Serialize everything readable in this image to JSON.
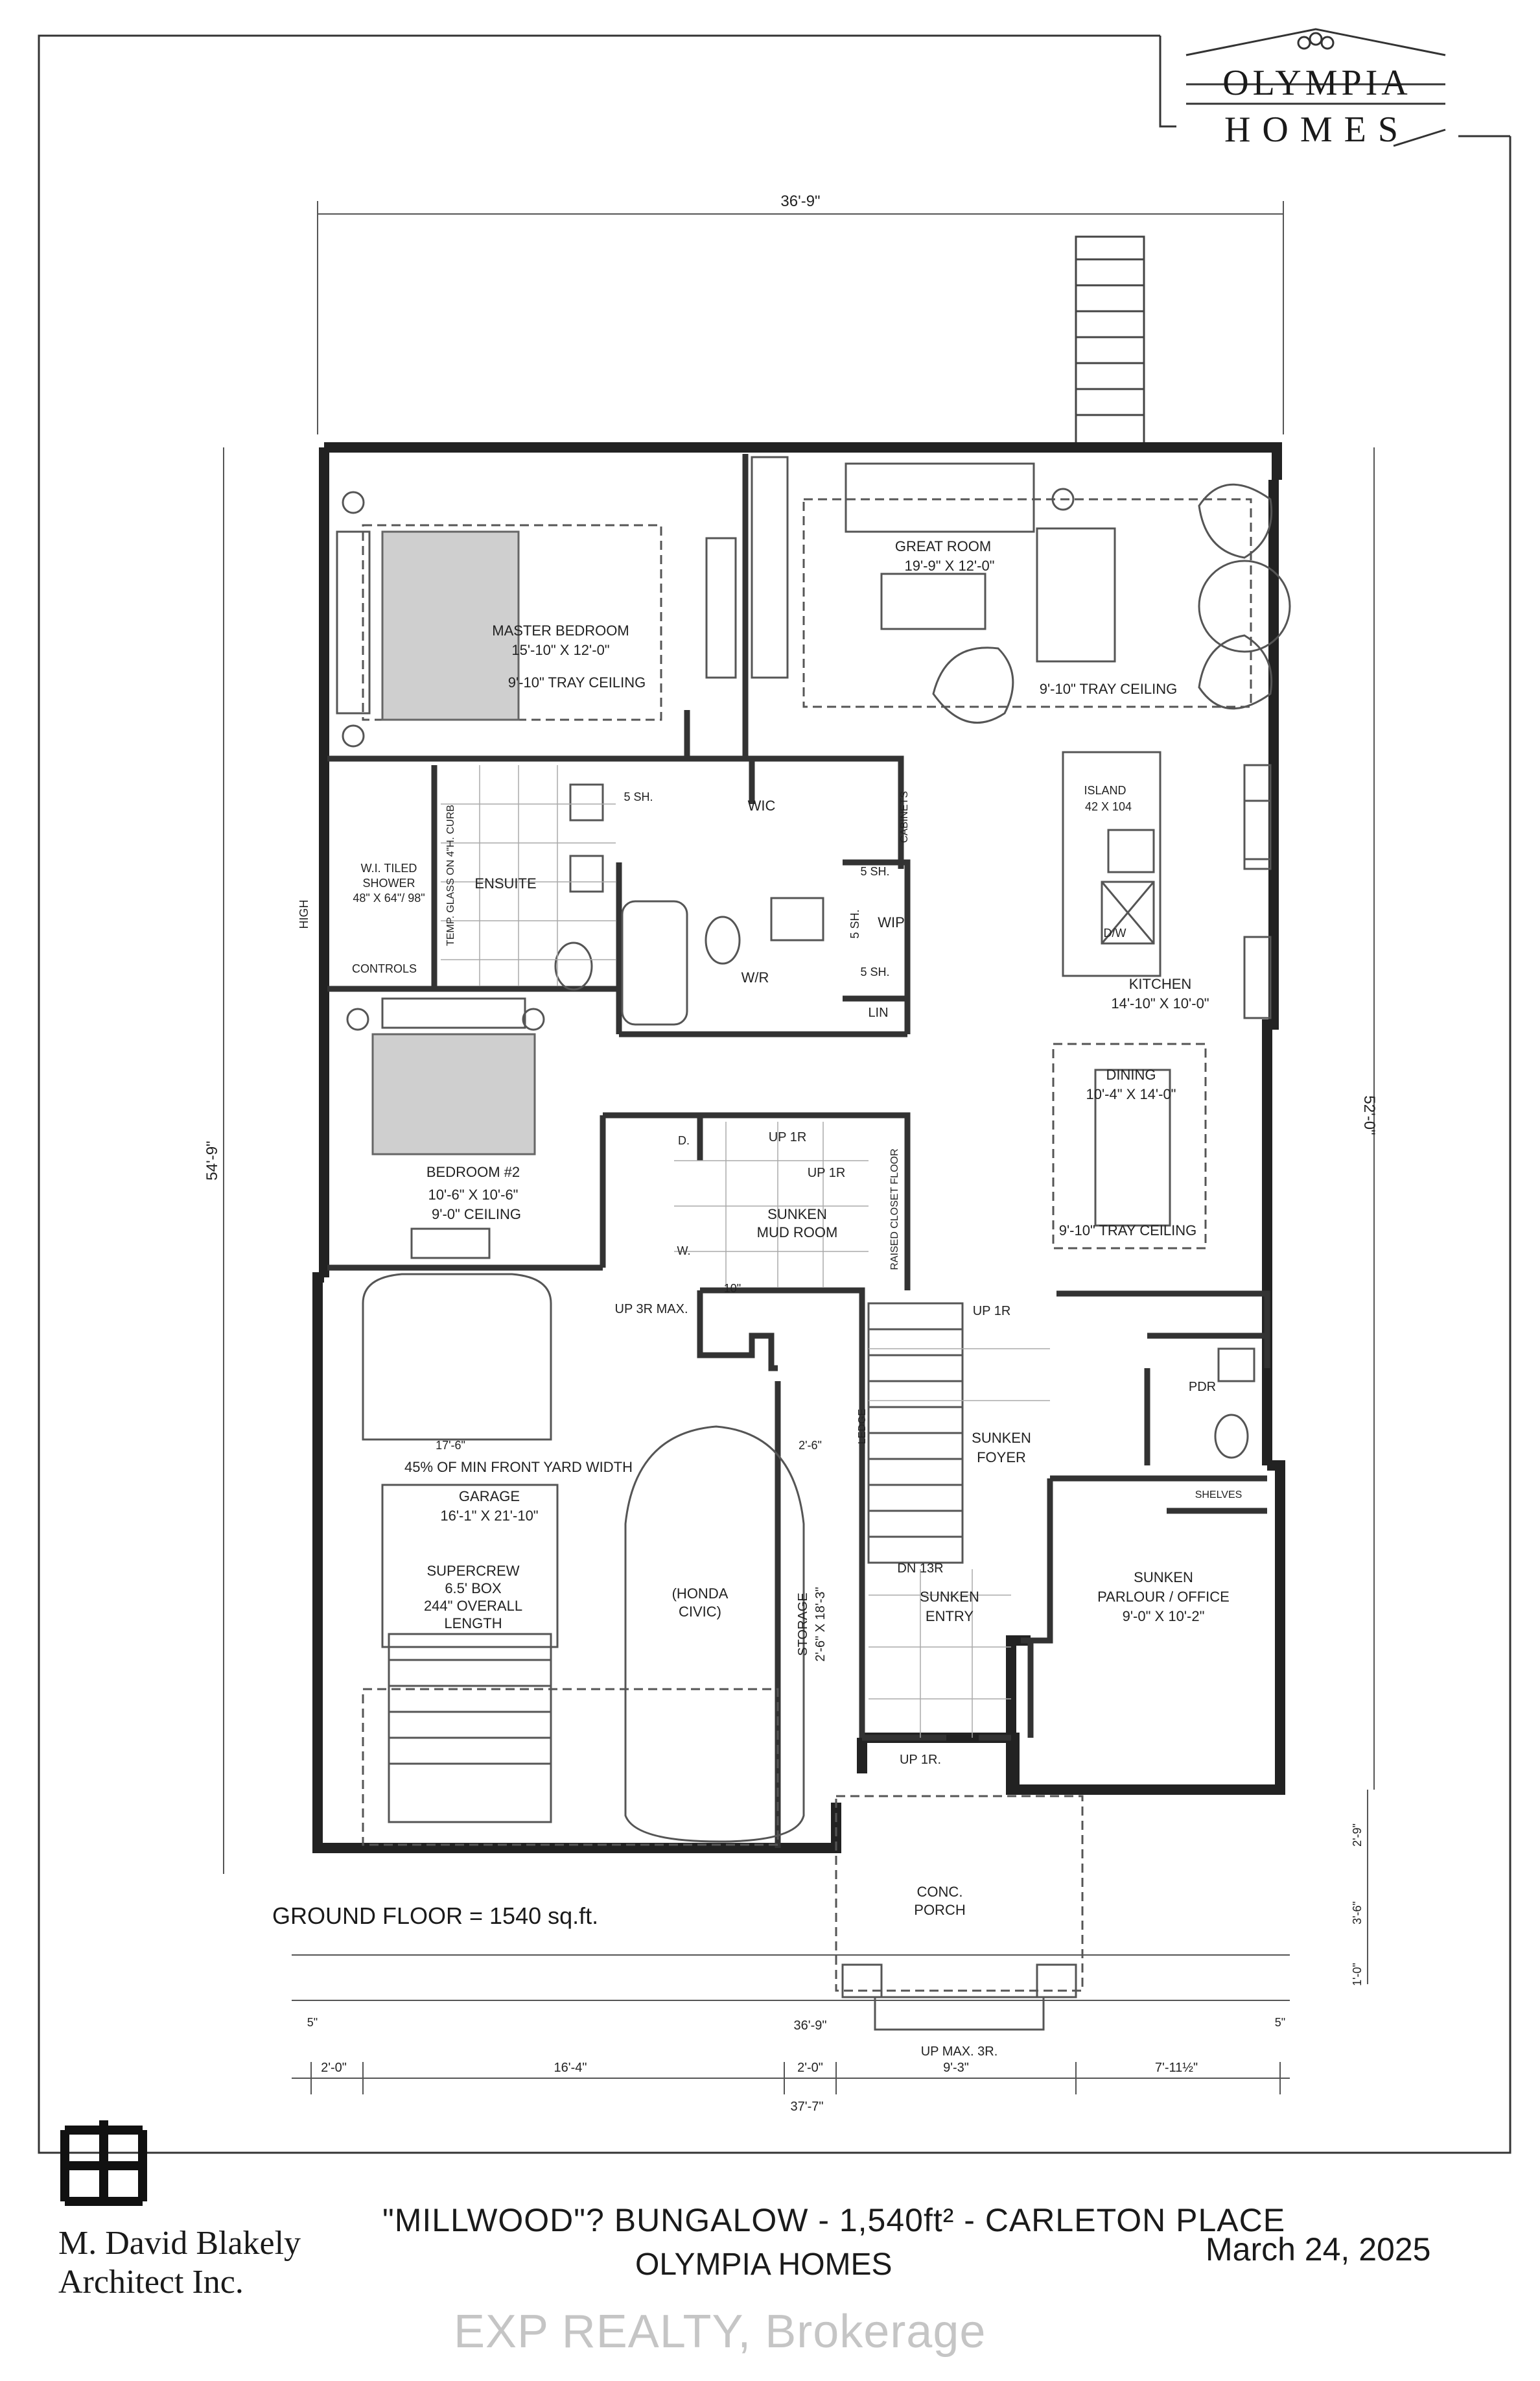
{
  "brand": {
    "line1": "OLYMPIA",
    "line2": "HOMES"
  },
  "overall_dims": {
    "top_width": "36'-9\"",
    "left_depth": "54'-9\"",
    "right_depth": "52'-0\""
  },
  "rooms": {
    "great_room": {
      "name": "GREAT ROOM",
      "size": "19'-9\" X 12'-0\"",
      "ceiling": "9'-10\" TRAY CEILING"
    },
    "master": {
      "name": "MASTER BEDROOM",
      "size": "15'-10\" X 12'-0\"",
      "ceiling": "9'-10\" TRAY CEILING"
    },
    "island": {
      "name": "ISLAND",
      "size": "42 X 104"
    },
    "kitchen": {
      "name": "KITCHEN",
      "size": "14'-10\" X 10'-0\""
    },
    "dining": {
      "name": "DINING",
      "size": "10'-4\" X 14'-0\"",
      "ceiling": "9'-10\" TRAY CEILING"
    },
    "wic": "WIC",
    "five_sh_1": "5 SH.",
    "cabinets": "CABINETS",
    "five_sh_2": "5 SH.",
    "five_sh_3": "5 SH.",
    "five_sh_4": "5 SH.",
    "wip": "WIP",
    "lin": "LIN",
    "shower": {
      "l1": "W.I. TILED",
      "l2": "SHOWER",
      "l3": "48\" X 64\"/ 98\""
    },
    "temp_glass": "TEMP. GLASS ON 4\"H. CURB",
    "ensuite": "ENSUITE",
    "high": "HIGH",
    "controls": "CONTROLS",
    "wr": "W/R",
    "dw": "D/W",
    "bedroom2": {
      "name": "BEDROOM #2",
      "size": "10'-6\" X 10'-6\"",
      "ceiling": "9'-0\" CEILING"
    },
    "mud": {
      "l1": "SUNKEN",
      "l2": "MUD ROOM",
      "up1": "UP 1R",
      "up2": "UP 1R",
      "d": "D.",
      "w": "W."
    },
    "raised_closet": "RAISED CLOSET FLOOR",
    "up3r": "UP 3R MAX.",
    "ten": "10\"",
    "foyer": {
      "up": "UP 1R",
      "l1": "SUNKEN",
      "l2": "FOYER"
    },
    "pdr": "PDR",
    "shelves": "SHELVES",
    "ledge": "LEDGE",
    "dn13r": "DN 13R",
    "entry": {
      "l1": "SUNKEN",
      "l2": "ENTRY",
      "up": "UP 1R."
    },
    "parlour": {
      "l1": "SUNKEN",
      "l2": "PARLOUR / OFFICE",
      "size": "9'-0\" X 10'-2\""
    },
    "storage": {
      "l1": "STORAGE",
      "l2": "2'-6\" X 18'-3\""
    },
    "garage": {
      "dim1": "17'-6\"",
      "dim2": "2'-6\"",
      "front_yard": "45% OF MIN FRONT YARD WIDTH",
      "name": "GARAGE",
      "size": "16'-1\" X 21'-10\"",
      "truck_l1": "SUPERCREW",
      "truck_l2": "6.5' BOX",
      "truck_l3": "244\" OVERALL",
      "truck_l4": "LENGTH",
      "car_l1": "(HONDA",
      "car_l2": "CIVIC)"
    },
    "porch": {
      "l1": "CONC.",
      "l2": "PORCH",
      "up": "UP MAX. 3R."
    }
  },
  "right_dims": [
    "2'-9\"",
    "3'-6\"",
    "1'-0\""
  ],
  "bottom_dims": {
    "five_left": "5\"",
    "total1": "36'-9\"",
    "five_right": "5\"",
    "segments": [
      "2'-0\"",
      "16'-4\"",
      "2'-0\"",
      "9'-3\"",
      "7'-11½\""
    ],
    "total2": "37'-7\""
  },
  "area_note": "GROUND FLOOR = 1540 sq.ft.",
  "title_line1": "\"MILLWOOD\"? BUNGALOW   - 1,540ft² - CARLETON PLACE",
  "title_line2": "OLYMPIA HOMES",
  "date": "March 24, 2025",
  "architect": {
    "line1": "M. David Blakely",
    "line2": "Architect Inc."
  },
  "watermark": "EXP REALTY, Brokerage"
}
